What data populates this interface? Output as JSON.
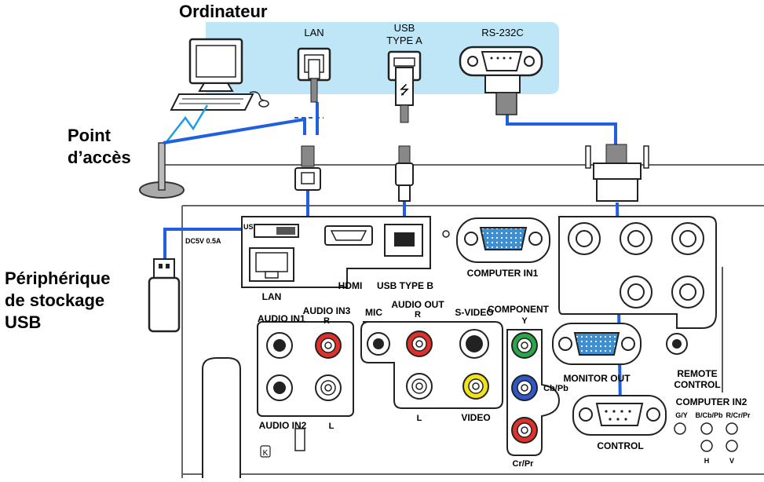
{
  "labels": {
    "computer": "Ordinateur",
    "access_point_1": "Point",
    "access_point_2": "d’accès",
    "usb_storage_1": "Périphérique",
    "usb_storage_2": "de stockage",
    "usb_storage_3": "USB"
  },
  "ports": {
    "lan_top": "LAN",
    "usb_type_a_1": "USB",
    "usb_type_a_2": "TYPE A",
    "rs232c": "RS-232C",
    "usb_type_a_panel_1": "USB TYPE A",
    "usb_type_a_panel_2": "DC5V 0.5A",
    "lan_panel": "LAN",
    "hdmi": "HDMI",
    "usb_type_b": "USB TYPE B",
    "computer_in1": "COMPUTER IN1",
    "audio_in1": "AUDIO IN1",
    "audio_in3": "AUDIO IN3",
    "audio_in3_r": "R",
    "audio_in3_l": "L",
    "audio_in2": "AUDIO IN2",
    "mic": "MIC",
    "audio_out": "AUDIO OUT",
    "audio_out_r": "R",
    "audio_out_l": "L",
    "s_video": "S-VIDEO",
    "video": "VIDEO",
    "component": "COMPONENT",
    "comp_y": "Y",
    "comp_cb": "Cb/Pb",
    "comp_cr": "Cr/Pr",
    "monitor_out": "MONITOR OUT",
    "remote_1": "REMOTE",
    "remote_2": "CONTROL",
    "control": "CONTROL",
    "computer_in2": "COMPUTER IN2",
    "gy": "G/Y",
    "bcb": "B/Cb/Pb",
    "rcr": "R/Cr/Pr",
    "h": "H",
    "v": "V"
  },
  "colors": {
    "cable": "#1f5fe0",
    "highlight": "#bfe6f7",
    "red": "#e0302a",
    "green": "#2aa64a",
    "blue": "#2f57c8",
    "yellow": "#f3e21a",
    "port_blue": "#3f8fd0"
  }
}
